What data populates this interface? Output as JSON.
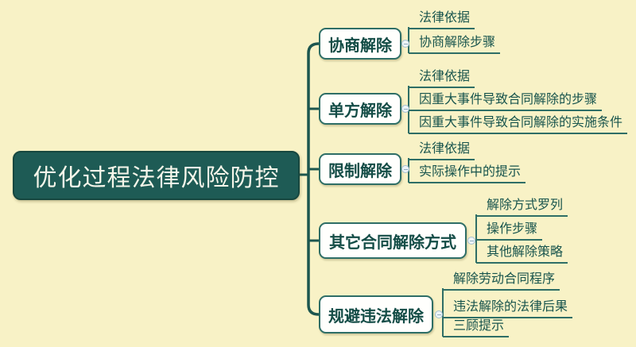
{
  "canvas": {
    "background_color": "#f8f2c6",
    "accent_color": "#1c564f"
  },
  "root": {
    "label": "优化过程法律风险防控",
    "fill_color": "#1e5b55",
    "text_color": "#f6f6ea"
  },
  "branches": [
    {
      "label": "协商解除",
      "children": [
        "法律依据",
        "协商解除步骤"
      ]
    },
    {
      "label": "单方解除",
      "children": [
        "法律依据",
        "因重大事件导致合同解除的步骤",
        "因重大事件导致合同解除的实施条件"
      ]
    },
    {
      "label": "限制解除",
      "children": [
        "法律依据",
        "实际操作中的提示"
      ]
    },
    {
      "label": "其它合同解除方式",
      "children": [
        "解除方式罗列",
        "操作步骤",
        "其他解除策略"
      ]
    },
    {
      "label": "规避违法解除",
      "children": [
        "解除劳动合同程序",
        "违法解除的法律后果",
        "三顾提示"
      ]
    }
  ],
  "style": {
    "branch_border_color": "#2e6e66",
    "branch_text_color": "#134c46",
    "subtopic_text_color": "#17544d",
    "collapse_button_border": "#a4bfd0"
  }
}
